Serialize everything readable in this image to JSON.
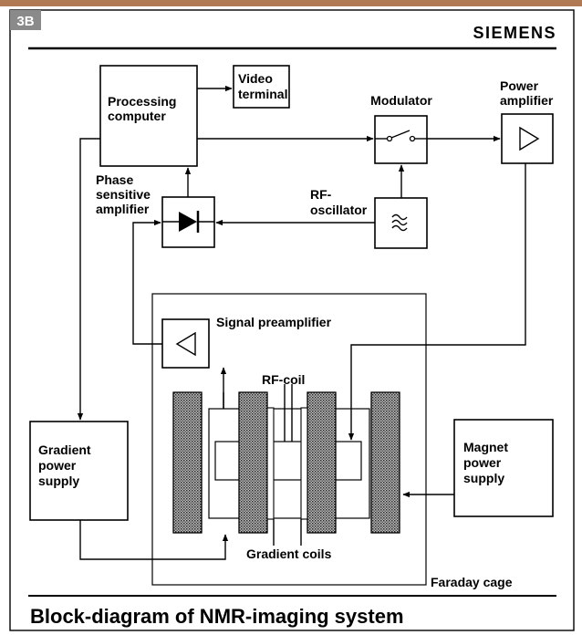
{
  "header": {
    "tag": "3B",
    "brand": "SIEMENS"
  },
  "blocks": {
    "processing_computer": [
      "Processing",
      "computer"
    ],
    "video_terminal": [
      "Video",
      "terminal"
    ],
    "modulator": "Modulator",
    "power_amplifier": [
      "Power",
      "amplifier"
    ],
    "phase_sensitive_amplifier": [
      "Phase",
      "sensitive",
      "amplifier"
    ],
    "rf_oscillator": [
      "RF-",
      "oscillator"
    ],
    "signal_preamplifier": "Signal preamplifier",
    "rf_coil": "RF-coil",
    "gradient_power_supply": [
      "Gradient",
      "power",
      "supply"
    ],
    "magnet_power_supply": [
      "Magnet",
      "power",
      "supply"
    ],
    "gradient_coils": "Gradient coils",
    "faraday_cage": "Faraday cage"
  },
  "caption": "Block-diagram of NMR-imaging system",
  "colors": {
    "tag_background": "#8a8a8a",
    "line": "#000000",
    "coil_fill": "dotted-grey"
  }
}
